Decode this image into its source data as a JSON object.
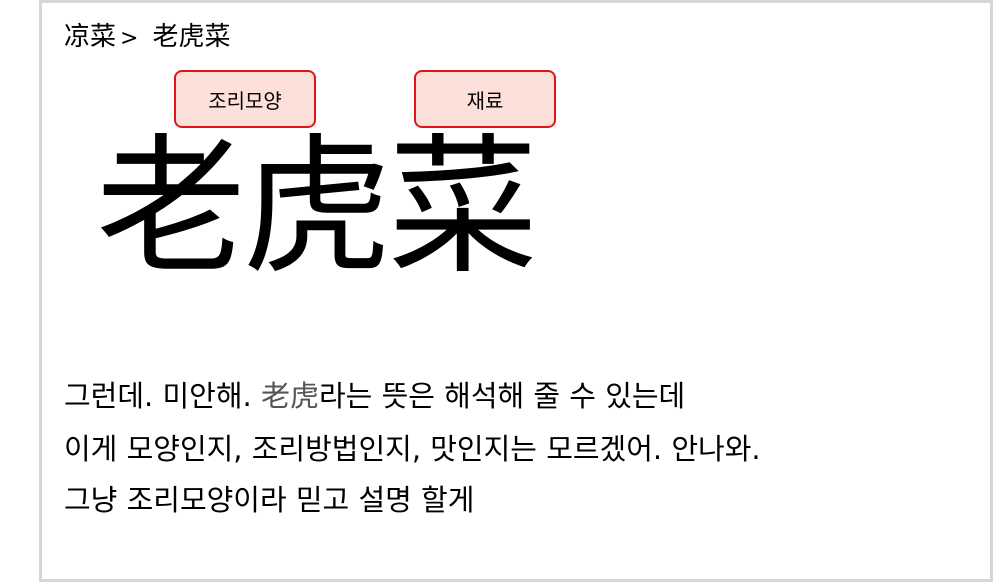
{
  "breadcrumb": {
    "parent": "凉菜",
    "separator": ">",
    "current": "老虎菜"
  },
  "buttons": {
    "cooking_shape": "조리모양",
    "ingredients": "재료"
  },
  "title": "老虎菜",
  "paragraph": {
    "line1_prefix": "그런데. 미안해. ",
    "line1_cn": "老虎",
    "line1_suffix": "라는 뜻은 해석해 줄 수 있는데",
    "line2": "이게 모양인지, 조리방법인지, 맛인지는 모르겠어. 안나와.",
    "line3": "그냥 조리모양이라 믿고 설명 할게"
  },
  "colors": {
    "button_fill": "#fde0d9",
    "button_border": "#e0141e",
    "frame_border": "#d6d6d6"
  }
}
